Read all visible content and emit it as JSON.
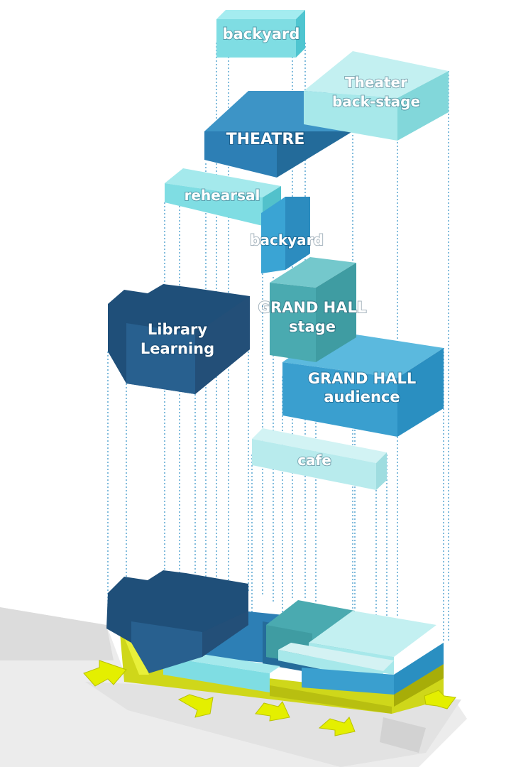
{
  "labels": {
    "backyard_top": "backyard",
    "theater_backstage_1": "Theater",
    "theater_backstage_2": "back-stage",
    "theatre": "THEATRE",
    "rehearsal": "rehearsal",
    "backyard_mid": "backyard",
    "library_1": "Library",
    "library_2": "Learning",
    "grand_hall_stage_1": "GRAND HALL",
    "grand_hall_stage_2": "stage",
    "grand_hall_audience_1": "GRAND HALL",
    "grand_hall_audience_2": "audience",
    "cafe": "cafe"
  },
  "colors": {
    "light_cyan": "#7fdde3",
    "pale_cyan": "#a7e8ea",
    "mid_blue": "#2d7fb5",
    "deep_blue": "#1f4f79",
    "teal": "#4aaab0",
    "sky_blue": "#3a9fcf",
    "ground": "#e4e4e4",
    "yellow_arrow": "#e4ef00",
    "guide_blue": "#2f8fc6"
  }
}
